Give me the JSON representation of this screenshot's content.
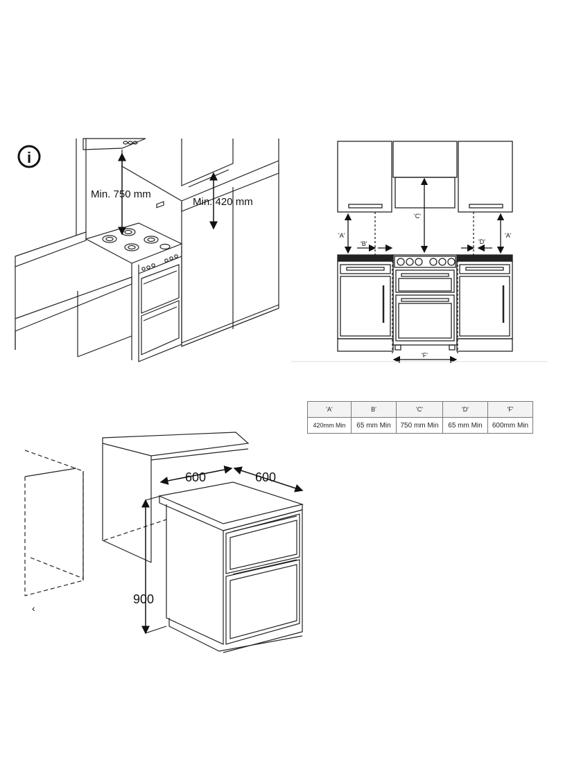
{
  "info_icon_glyph": "i",
  "kitchen": {
    "label_750": "Min. 750 mm",
    "label_420": "Min. 420 mm"
  },
  "elevation": {
    "label_a_left": "'A'",
    "label_a_right": "'A'",
    "label_b": "'B'",
    "label_c": "'C'",
    "label_d": "'D'",
    "label_f": "'F'"
  },
  "table": {
    "headers": [
      "'A'",
      "B'",
      "'C'",
      "'D'",
      "'F'"
    ],
    "values": [
      "420mm Min",
      "65 mm Min",
      "750 mm Min",
      "65 mm Min",
      "600mm Min"
    ]
  },
  "cooker": {
    "width": "600",
    "depth": "600",
    "height": "900",
    "stray_glyph": "‹"
  }
}
